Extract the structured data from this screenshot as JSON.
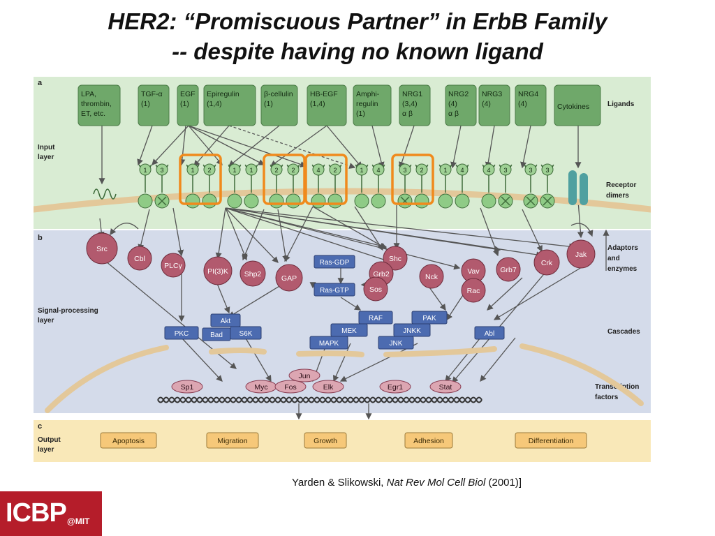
{
  "title_line1": "HER2: “Promiscuous Partner” in ErbB Family",
  "title_line2": "-- despite having no known ligand",
  "citation": {
    "authors": "Yarden & Slikowski, ",
    "journal": "Nat Rev Mol Cell Biol",
    "year": " (2001)]"
  },
  "logo": {
    "main": "ICBP",
    "sub": "@MIT"
  },
  "panels": {
    "a": "a",
    "b": "b",
    "c": "c"
  },
  "left_labels": {
    "input_line1": "Input",
    "input_line2": "layer",
    "signal_line1": "Signal-processing",
    "signal_line2": "layer",
    "output_line1": "Output",
    "output_line2": "layer"
  },
  "right_labels": {
    "ligands": "Ligands",
    "receptor_line1": "Receptor",
    "receptor_line2": "dimers",
    "adaptors_line1": "Adaptors",
    "adaptors_line2": "and",
    "adaptors_line3": "enzymes",
    "cascades": "Cascades",
    "tf_line1": "Transcription",
    "tf_line2": "factors"
  },
  "ligands": [
    [
      "LPA,",
      "thrombin,",
      "ET, etc."
    ],
    [
      "TGF-α",
      "(1)"
    ],
    [
      "EGF",
      "(1)"
    ],
    [
      "Epiregulin",
      "(1,4)"
    ],
    [
      "β-cellulin",
      "(1)"
    ],
    [
      "HB-EGF",
      "(1,4)"
    ],
    [
      "Amphi-",
      "regulin",
      "(1)"
    ],
    [
      "NRG1",
      "(3,4)",
      "α    β"
    ],
    [
      "NRG2",
      "(4)",
      "α    β"
    ],
    [
      "NRG3",
      "(4)"
    ],
    [
      "NRG4",
      "(4)"
    ],
    [
      "Cytokines"
    ]
  ],
  "dimer_labels": [
    [
      "1",
      "3"
    ],
    [
      "1",
      "2"
    ],
    [
      "1",
      "1"
    ],
    [
      "2",
      "2"
    ],
    [
      "4",
      "2"
    ],
    [
      "1",
      "4"
    ],
    [
      "3",
      "2"
    ],
    [
      "1",
      "4"
    ],
    [
      "4",
      "3"
    ],
    [
      "3",
      "3"
    ]
  ],
  "adaptors": [
    "Src",
    "Cbl",
    "PLCγ",
    "PI(3)K",
    "Shp2",
    "GAP",
    "Shc",
    "Grb2",
    "Sos",
    "Nck",
    "Vav",
    "Rac",
    "Grb7",
    "Crk",
    "Jak"
  ],
  "cascades": [
    "Ras-GDP",
    "Ras-GTP",
    "PKC",
    "Akt",
    "Bad",
    "S6K",
    "RAF",
    "MEK",
    "MAPK",
    "PAK",
    "JNKK",
    "JNK",
    "Abl"
  ],
  "transcription_factors": [
    "Sp1",
    "Myc",
    "Fos",
    "Jun",
    "Elk",
    "Egr1",
    "Stat"
  ],
  "outputs": [
    "Apoptosis",
    "Migration",
    "Growth",
    "Adhesion",
    "Differentiation"
  ],
  "colors": {
    "panel_a": "#d9ecd3",
    "panel_b": "#d4dbea",
    "panel_c": "#f9e8b8",
    "ligand_box": "#6fa86a",
    "adaptor": "#b25a6e",
    "cascade": "#4c6bb0",
    "highlight": "#f08a1c",
    "membrane": "#e3c89a",
    "output_box": "#f6c879"
  }
}
